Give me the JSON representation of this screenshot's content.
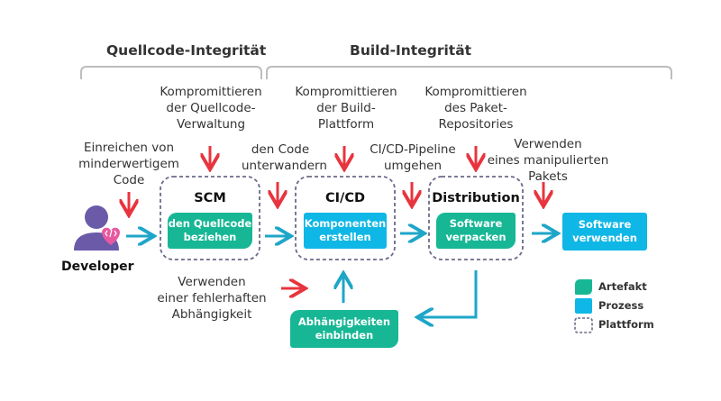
{
  "colors": {
    "artifact": "#17b795",
    "process": "#0fb7e6",
    "threat_arrow": "#e8343e",
    "flow_arrow": "#1ea6c8",
    "platform_border": "#6a6a8a"
  },
  "headers": {
    "source": "Quellcode-Integrität",
    "build": "Build-Integrität"
  },
  "threats": {
    "t1": [
      "Einreichen von",
      "minderwertigem",
      "Code"
    ],
    "t2": [
      "Kompromittieren",
      "der Quellcode-",
      "Verwaltung"
    ],
    "t3": [
      "den Code",
      "unterwandern"
    ],
    "t4": [
      "Kompromittieren",
      "der Build-",
      "Plattform"
    ],
    "t5": [
      "CI/CD-Pipeline",
      "umgehen"
    ],
    "t6": [
      "Kompromittieren",
      "des Paket-",
      "Repositories"
    ],
    "t7": [
      "Verwenden",
      "eines manipulierten",
      "Pakets"
    ],
    "t8": [
      "Verwenden",
      "einer fehlerhaften",
      "Abhängigkeit"
    ]
  },
  "platforms": {
    "scm": "SCM",
    "cicd": "CI/CD",
    "distribution": "Distribution"
  },
  "boxes": {
    "scm": [
      "den Quellcode",
      "beziehen"
    ],
    "cicd": [
      "Komponenten",
      "erstellen"
    ],
    "dist": [
      "Software",
      "verpacken"
    ],
    "use": [
      "Software",
      "verwenden"
    ],
    "dep": [
      "Abhängigkeiten",
      "einbinden"
    ]
  },
  "developer": "Developer",
  "legend": {
    "artifact": "Artefakt",
    "process": "Prozess",
    "platform": "Plattform"
  },
  "icons": {
    "developer": "developer-code-icon"
  }
}
